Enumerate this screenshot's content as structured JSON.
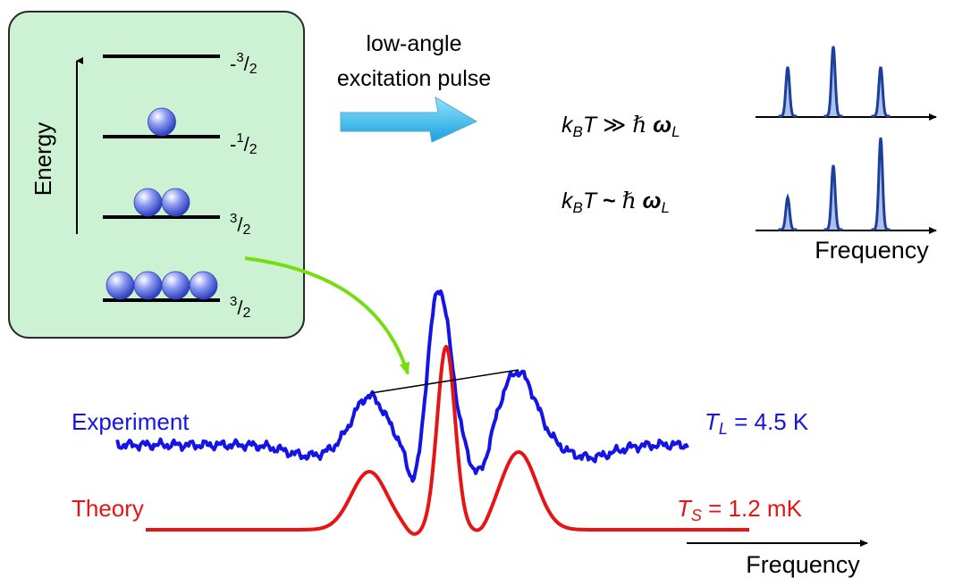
{
  "energy_panel": {
    "axis_label": "Energy",
    "levels": [
      {
        "sign": "-",
        "num": "3",
        "den": "2",
        "balls": 0
      },
      {
        "sign": "-",
        "num": "1",
        "den": "2",
        "balls": 1
      },
      {
        "sign": "",
        "num": "3",
        "den": "2",
        "balls": 2
      },
      {
        "sign": "",
        "num": "3",
        "den": "2",
        "balls": 4
      }
    ]
  },
  "pulse": {
    "line1": "low-angle",
    "line2": "excitation pulse"
  },
  "conditions": {
    "high_temp": {
      "k": "k",
      "sub_b": "B",
      "t": "T",
      "rel": " ≫ ",
      "hbar": "ℏ",
      "omega": " ω",
      "sub_l": "L"
    },
    "low_temp": {
      "k": "k",
      "sub_b": "B",
      "t": "T",
      "rel": " ~ ",
      "hbar": "ℏ",
      "omega": " ω",
      "sub_l": "L"
    }
  },
  "mini_spectra": {
    "xlabel": "Frequency",
    "high_temp_heights": [
      0.6,
      0.85,
      0.6
    ],
    "low_temp_heights": [
      0.35,
      0.7,
      1.0
    ]
  },
  "main_spectrum": {
    "xlabel": "Frequency",
    "experiment_label": "Experiment",
    "theory_label": "Theory",
    "experiment_temp": {
      "t": "T",
      "sub": "L",
      "rest": " = 4.5 K"
    },
    "theory_temp": {
      "t": "T",
      "sub": "S",
      "rest": " = 1.2 mK"
    }
  },
  "colors": {
    "panel_fill": "#cdf2d3",
    "panel_stroke": "#2b2b2b",
    "ball": "#5c6fe6",
    "pulse_arrow": "#29b6ec",
    "curve_arrow": "#77dd10",
    "experiment": "#1414e6",
    "theory": "#e61414",
    "spectrum_peak": "#1b3f9a"
  }
}
